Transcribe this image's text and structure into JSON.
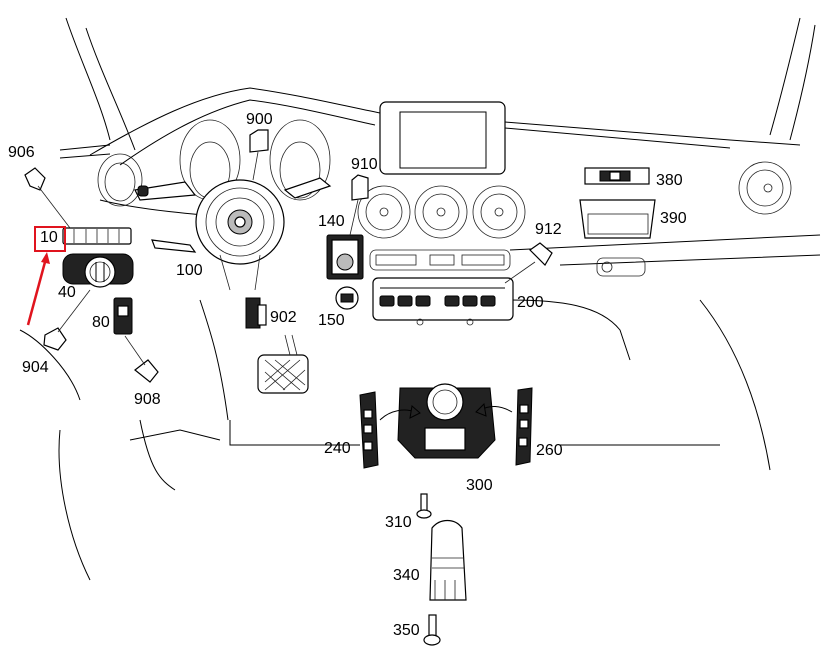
{
  "diagram": {
    "title": "Dashboard switches and controls exploded view",
    "highlight_color": "#e0141e",
    "highlighted_part": "10",
    "callouts": [
      {
        "id": "906",
        "label": "906"
      },
      {
        "id": "10",
        "label": "10"
      },
      {
        "id": "40",
        "label": "40"
      },
      {
        "id": "904",
        "label": "904"
      },
      {
        "id": "80",
        "label": "80"
      },
      {
        "id": "908",
        "label": "908"
      },
      {
        "id": "900",
        "label": "900"
      },
      {
        "id": "100",
        "label": "100"
      },
      {
        "id": "902",
        "label": "902"
      },
      {
        "id": "910",
        "label": "910"
      },
      {
        "id": "140",
        "label": "140"
      },
      {
        "id": "150",
        "label": "150"
      },
      {
        "id": "912",
        "label": "912"
      },
      {
        "id": "200",
        "label": "200"
      },
      {
        "id": "380",
        "label": "380"
      },
      {
        "id": "390",
        "label": "390"
      },
      {
        "id": "240",
        "label": "240"
      },
      {
        "id": "260",
        "label": "260"
      },
      {
        "id": "300",
        "label": "300"
      },
      {
        "id": "310",
        "label": "310"
      },
      {
        "id": "340",
        "label": "340"
      },
      {
        "id": "350",
        "label": "350"
      }
    ]
  }
}
